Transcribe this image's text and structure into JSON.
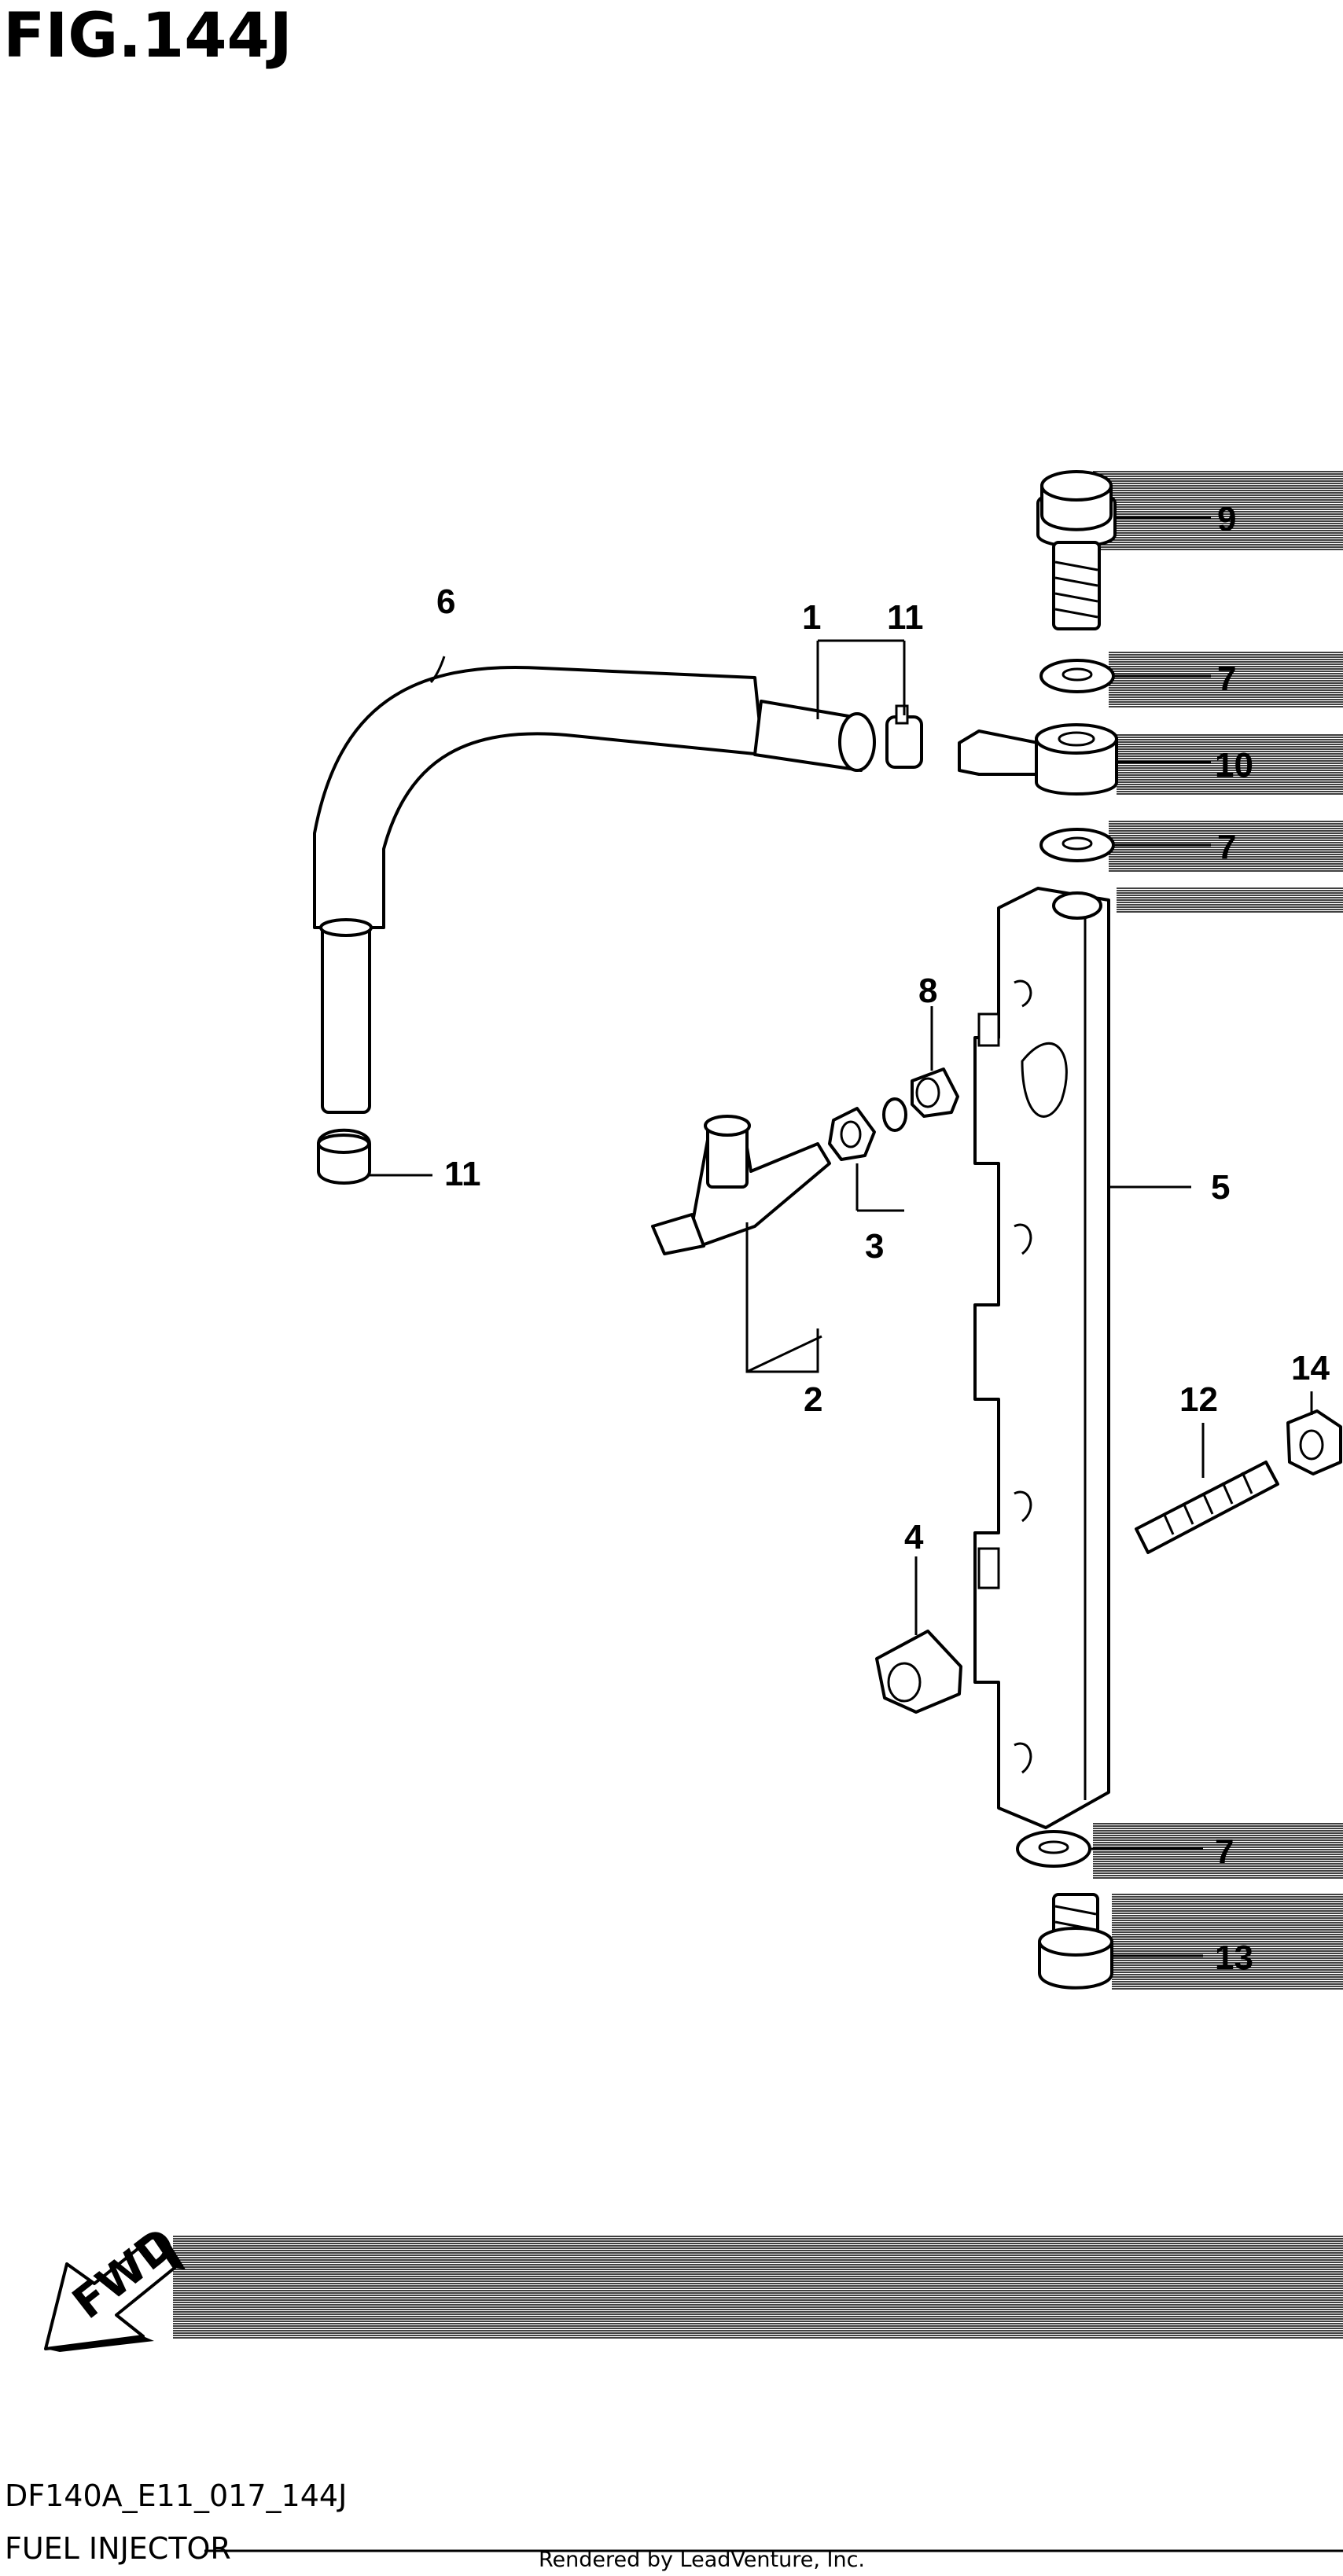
{
  "figure": {
    "title": "FIG.144J",
    "model_code": "DF140A_E11_017_144J",
    "section_name": "FUEL INJECTOR",
    "credit": "Rendered by LeadVenture, Inc.",
    "direction_label": "FWD"
  },
  "callouts": {
    "c1": "1",
    "c2": "2",
    "c3": "3",
    "c4": "4",
    "c5": "5",
    "c6": "6",
    "c7a": "7",
    "c7b": "7",
    "c7c": "7",
    "c8": "8",
    "c9": "9",
    "c10": "10",
    "c11a": "11",
    "c11b": "11",
    "c12": "12",
    "c13": "13",
    "c14": "14"
  }
}
